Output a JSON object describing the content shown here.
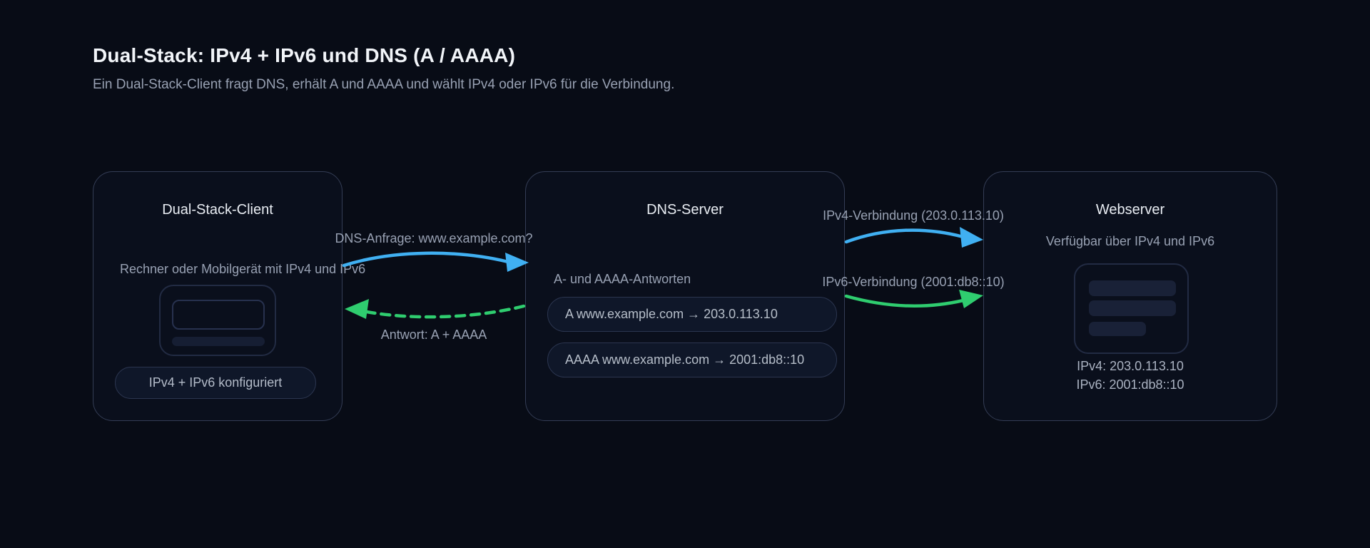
{
  "page": {
    "title": "Dual-Stack: IPv4 + IPv6 und DNS (A / AAAA)",
    "subtitle": "Ein Dual-Stack-Client fragt DNS, erhält A und AAAA und wählt IPv4 oder IPv6 für die Verbindung."
  },
  "colors": {
    "ipv4_blue": "#40b0f2",
    "ipv6_green": "#2fcd6f",
    "background": "#080c16",
    "node_border": "#343d55",
    "text_primary": "#f2f5f9",
    "text_muted": "#98a1b3"
  },
  "client": {
    "title": "Dual-Stack-Client",
    "description": "Rechner oder Mobilgerät mit IPv4 und IPv6",
    "icon": "device-icon",
    "badge": "IPv4 + IPv6 konfiguriert"
  },
  "dns": {
    "title": "DNS-Server",
    "records_label": "A- und AAAA-Antworten",
    "records": [
      {
        "text": "A www.example.com → 203.0.113.10"
      },
      {
        "text": "AAAA www.example.com → 2001:db8::10"
      }
    ]
  },
  "webserver": {
    "title": "Webserver",
    "description": "Verfügbar über IPv4 und IPv6",
    "icon": "server-icon",
    "ipv4_line": "IPv4: 203.0.113.10",
    "ipv6_line": "IPv6: 2001:db8::10"
  },
  "arrows": {
    "dns_query": {
      "label": "DNS-Anfrage: www.example.com?",
      "color": "#40b0f2",
      "style": "solid"
    },
    "dns_answer": {
      "label": "Antwort: A + AAAA",
      "color": "#2fcd6f",
      "style": "dashed"
    },
    "ipv4_connection": {
      "label": "IPv4-Verbindung (203.0.113.10)",
      "color": "#40b0f2",
      "style": "solid"
    },
    "ipv6_connection": {
      "label": "IPv6-Verbindung (2001:db8::10)",
      "color": "#2fcd6f",
      "style": "solid"
    }
  }
}
